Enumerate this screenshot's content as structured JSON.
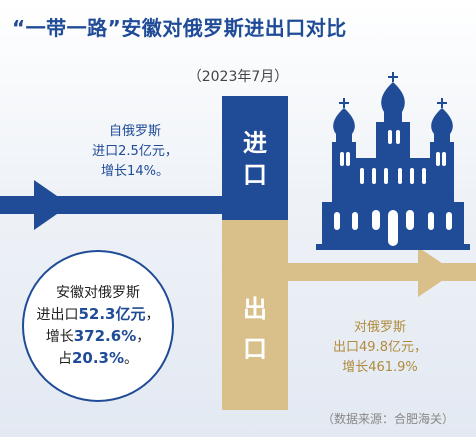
{
  "title": "“一带一路”安徽对俄罗斯进出口对比",
  "date": "（2023年7月）",
  "import": {
    "box_label_1": "进",
    "box_label_2": "口",
    "line1": "自俄罗斯",
    "line2": "进口2.5亿元，",
    "line3": "增长14%。"
  },
  "export": {
    "box_label_1": "出",
    "box_label_2": "口",
    "line1": "对俄罗斯",
    "line2": "出口49.8亿元，",
    "line3": "增长461.9%"
  },
  "summary": {
    "line1": "安徽对俄罗斯",
    "line2_prefix": "进出口",
    "line2_value": "52.3亿元",
    "line2_suffix": "，",
    "line3_prefix": "增长",
    "line3_value": "372.6%",
    "line3_suffix": "，",
    "line4_prefix": "占",
    "line4_value": "20.3%",
    "line4_suffix": "。"
  },
  "source": "（数据来源：合肥海关）",
  "colors": {
    "blue": "#1f4b97",
    "gold": "#d9c08a",
    "gold_text": "#b08b3c"
  },
  "icons": [
    "arrow-right-icon",
    "russian-church-icon"
  ]
}
